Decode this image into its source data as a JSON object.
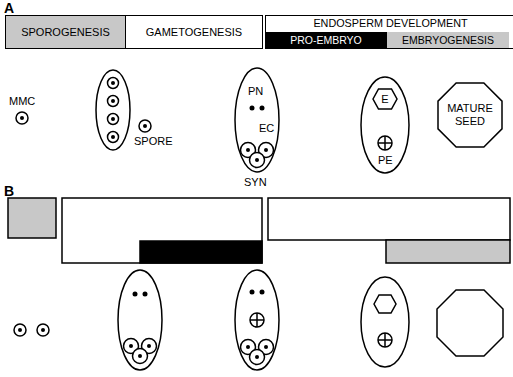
{
  "diagram": {
    "nodes": [
      {
        "text": [
          "SPOROGENESIS"
        ]
      },
      {
        "text": [
          "GAMETOGENESIS"
        ]
      },
      {
        "text": [
          "ENDOSPERM DEVELOPMENT"
        ]
      },
      {
        "text": [
          "PRO-EMBRYO"
        ],
        "in": 2
      },
      {
        "text": [
          "EMBRYOGENESIS"
        ],
        "in": 2
      },
      {
        "text": [
          "E"
        ]
      },
      {
        "text": [
          "MATURE SEED"
        ]
      }
    ],
    "labels": [
      "A",
      "MMC",
      "SPORE",
      "PN",
      "EC",
      "SYN",
      "PE",
      "B"
    ]
  }
}
